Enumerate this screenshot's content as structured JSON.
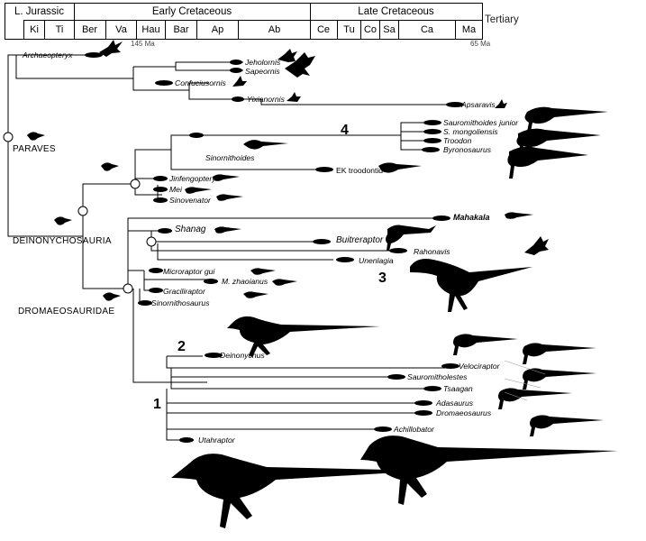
{
  "timeline": {
    "periods": [
      {
        "id": "ljur",
        "label": "L. Jurassic"
      },
      {
        "id": "ecret",
        "label": "Early Cretaceous"
      },
      {
        "id": "lcret",
        "label": "Late Cretaceous"
      },
      {
        "id": "tert",
        "label": "Tertiary"
      }
    ],
    "stages": [
      {
        "id": "ki",
        "label": "Ki"
      },
      {
        "id": "ti",
        "label": "Ti"
      },
      {
        "id": "ber",
        "label": "Ber"
      },
      {
        "id": "va",
        "label": "Va"
      },
      {
        "id": "hau",
        "label": "Hau"
      },
      {
        "id": "bar",
        "label": "Bar"
      },
      {
        "id": "ap",
        "label": "Ap"
      },
      {
        "id": "ab",
        "label": "Ab"
      },
      {
        "id": "ce",
        "label": "Ce"
      },
      {
        "id": "tu",
        "label": "Tu"
      },
      {
        "id": "co",
        "label": "Co"
      },
      {
        "id": "sa",
        "label": "Sa"
      },
      {
        "id": "ca",
        "label": "Ca"
      },
      {
        "id": "ma",
        "label": "Ma"
      }
    ],
    "ma_145": "145 Ma",
    "ma_65": "65 Ma"
  },
  "clades": {
    "paraves": "PARAVES",
    "deinonychosauria": "DEINONYCHOSAURIA",
    "dromaeosauridae": "DROMAEOSAURIDAE"
  },
  "numbers": {
    "n1": "1",
    "n2": "2",
    "n3": "3",
    "n4": "4"
  },
  "taxa": {
    "archaeopteryx": "Archaeopteryx",
    "jeholornis": "Jeholornis",
    "sapeornis": "Sapeornis",
    "confuciusornis": "Confuciusornis",
    "yixianornis": "Yixianornis",
    "apsaravis": "Apsaravis",
    "sauro_junior": "Sauromithoides junior",
    "s_mongoliensis": "S. mongoliensis",
    "troodon": "Troodon",
    "byronosaurus": "Byronosaurus",
    "sinornithoides": "Sinornithoides",
    "ek_troodontid": "EK troodontid",
    "jinfengopteryx": "Jinfengopteryx",
    "mei": "Mei",
    "sinovenator": "Sinovenator",
    "mahakala": "Mahakala",
    "shanag": "Shanag",
    "buitreraptor": "Buitreraptor",
    "rahonavis": "Rahonavis",
    "unenlagia": "Unenlagia",
    "microraptor": "Microraptor gui",
    "m_zhaoianus": "M. zhaoianus",
    "graciliraptor": "Graciliraptor",
    "sinornithosaurus": "Sinornithosaurus",
    "deinonychus": "Deinonychus",
    "velociraptor": "Velociraptor",
    "saurornitholestes": "Sauromitholestes",
    "tsaagan": "Tsaagan",
    "adasaurus": "Adasaurus",
    "dromaeosaurus": "Dromaeosaurus",
    "achillobator": "Achillobator",
    "utahraptor": "Utahraptor"
  }
}
